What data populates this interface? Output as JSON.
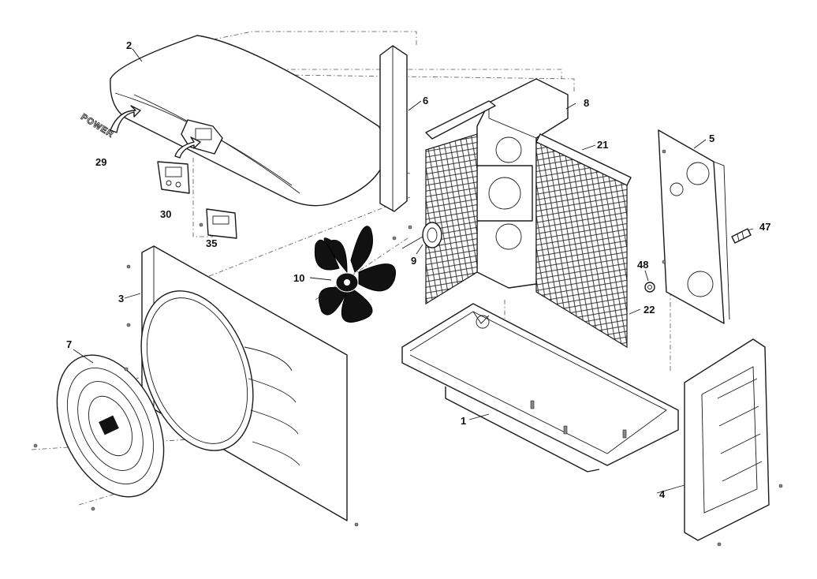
{
  "diagram": {
    "type": "exploded-parts-view",
    "brand_text": "POWER",
    "part_numbers": [
      "1",
      "2",
      "3",
      "4",
      "5",
      "6",
      "7",
      "8",
      "9",
      "10",
      "21",
      "22",
      "29",
      "30",
      "35",
      "47",
      "48"
    ]
  },
  "colors": {
    "line": "#1a1a1a",
    "fan_blade": "#111111",
    "background": "#ffffff"
  }
}
